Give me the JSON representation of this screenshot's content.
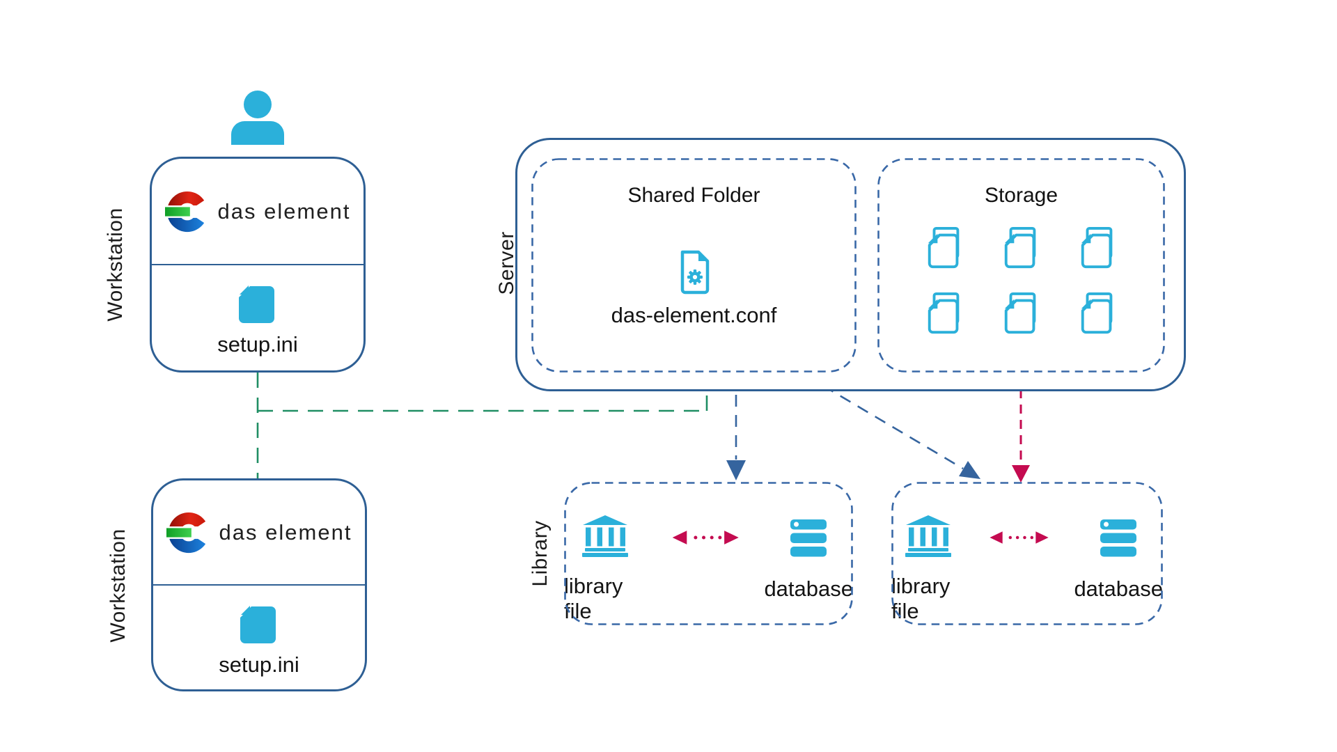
{
  "colors": {
    "accent_cyan": "#2BB0DA",
    "box_border_blue": "#2E5F94",
    "dashed_border_blue": "#3968A7",
    "arrow_green": "#1F8E63",
    "arrow_blue": "#35649E",
    "arrow_crimson": "#C40B50",
    "text_dark": "#1A1A1A",
    "logo_red": "#D32011",
    "logo_green": "#2BB43A",
    "logo_blue": "#1565C0"
  },
  "workstations": [
    {
      "label": "Workstation",
      "app_name": "das element",
      "file_name": "setup.ini"
    },
    {
      "label": "Workstation",
      "app_name": "das element",
      "file_name": "setup.ini"
    }
  ],
  "server": {
    "label": "Server",
    "shared_folder": {
      "title": "Shared Folder",
      "config_file": "das-element.conf"
    },
    "storage": {
      "title": "Storage",
      "file_icon_count": 6
    }
  },
  "library": {
    "label": "Library",
    "instances": [
      {
        "left_label": "library file",
        "right_label": "database"
      },
      {
        "left_label": "library file",
        "right_label": "database"
      }
    ]
  }
}
